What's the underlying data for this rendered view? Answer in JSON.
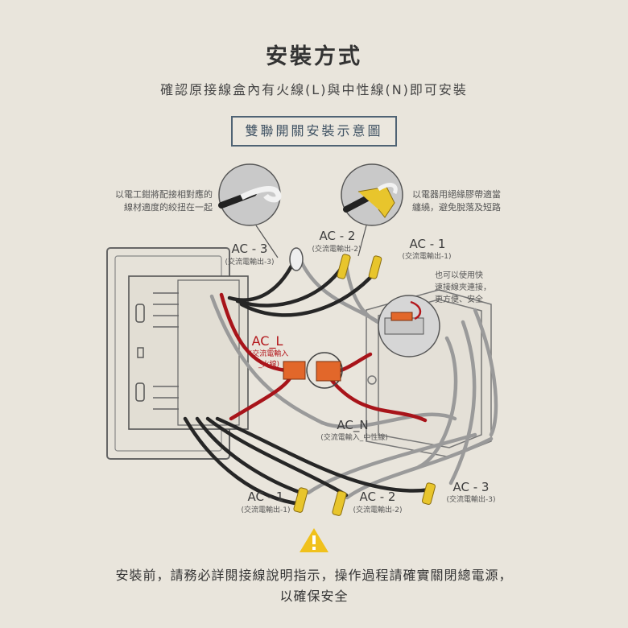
{
  "title": "安裝方式",
  "subtitle": "確認原接線盒內有火線(L)與中性線(N)即可安裝",
  "diagram_title": "雙聯開關安裝示意圖",
  "notes": {
    "left": "以電工鉗將配接相對應的\n線材適度的絞扭在一起",
    "right": "以電器用絕緣膠帶適當\n纏繞，避免脫落及短路",
    "clip": "也可以使用快\n速接線夾連接，\n更方便、安全"
  },
  "labels": {
    "top_ac3": "AC - 3",
    "top_ac3_sub": "(交流電輸出-3)",
    "top_ac2": "AC - 2",
    "top_ac2_sub": "(交流電輸出-2)",
    "top_ac1": "AC - 1",
    "top_ac1_sub": "(交流電輸出-1)",
    "ac_l": "AC_L",
    "ac_l_sub": "(交流電輸入\n_火線)",
    "ac_n": "AC_N",
    "ac_n_sub": "(交流電輸入_中性線)",
    "bot_ac1": "AC - 1",
    "bot_ac1_sub": "(交流電輸出-1)",
    "bot_ac2": "AC - 2",
    "bot_ac2_sub": "(交流電輸出-2)",
    "bot_ac3": "AC - 3",
    "bot_ac3_sub": "(交流電輸出-3)"
  },
  "warning": "安裝前，請務必詳閱接線說明指示，操作過程請確實關閉總電源，\n以確保安全",
  "colors": {
    "live": "#a8141a",
    "black": "#262626",
    "gray": "#9a9a9a",
    "yellow": "#e8c52c",
    "orange": "#e2672a"
  }
}
